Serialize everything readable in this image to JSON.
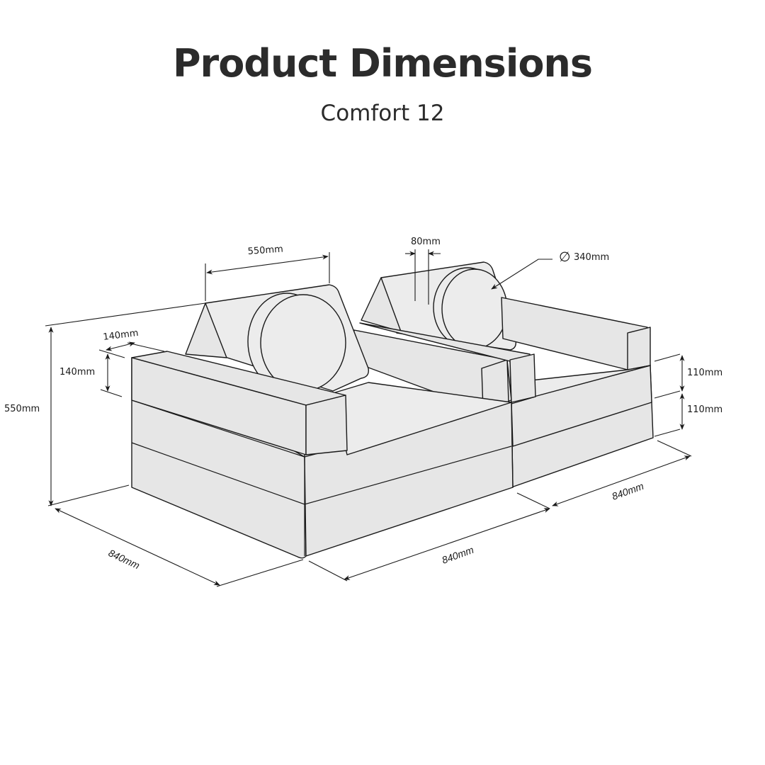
{
  "header": {
    "title": "Product Dimensions",
    "subtitle": "Comfort 12"
  },
  "diagram": {
    "subject": "modular play sofa (isometric line drawing)",
    "colors": {
      "fill": "#e6e6e6",
      "stroke": "#1a1a1a",
      "text": "#2b2b2b"
    },
    "dimensions": {
      "overall_height": "550mm",
      "wedge_width": "550mm",
      "arm_width": "140mm",
      "arm_height": "140mm",
      "pillow_depth": "80mm",
      "pillow_diameter_symbol": "∅",
      "pillow_diameter": "340mm",
      "cushion_upper_height": "110mm",
      "cushion_lower_height": "110mm",
      "depth_left": "840mm",
      "length_front": "840mm",
      "length_right": "840mm"
    }
  }
}
